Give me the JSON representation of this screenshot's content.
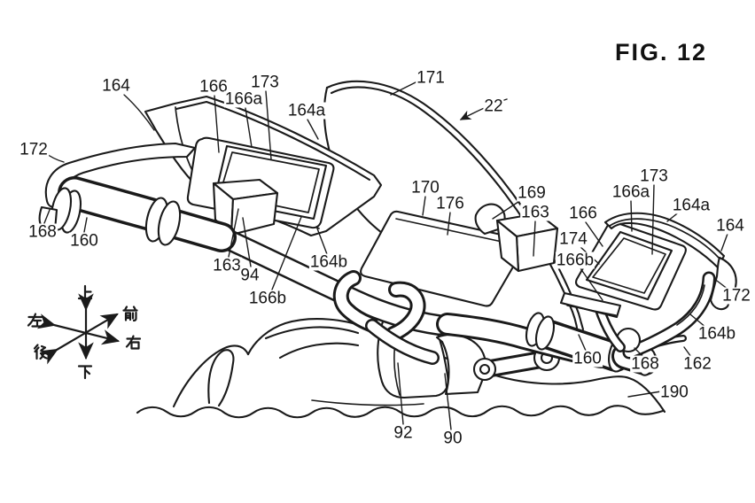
{
  "figure": {
    "title": "FIG. 12"
  },
  "labels": [
    "164",
    "166",
    "173",
    "166a",
    "164a",
    "171",
    "22",
    "172",
    "168",
    "160",
    "163",
    "94",
    "166b",
    "164b",
    "170",
    "176",
    "169",
    "163",
    "166",
    "174",
    "166b",
    "166a",
    "173",
    "164a",
    "164",
    "172",
    "164b",
    "160",
    "168",
    "162",
    "190",
    "92",
    "90"
  ],
  "axis": {
    "up": "上",
    "down": "下",
    "front": "前",
    "rear": "後",
    "left": "左",
    "right": "右"
  },
  "colors": {
    "ink": "#1a1a1a",
    "paper": "#ffffff"
  }
}
